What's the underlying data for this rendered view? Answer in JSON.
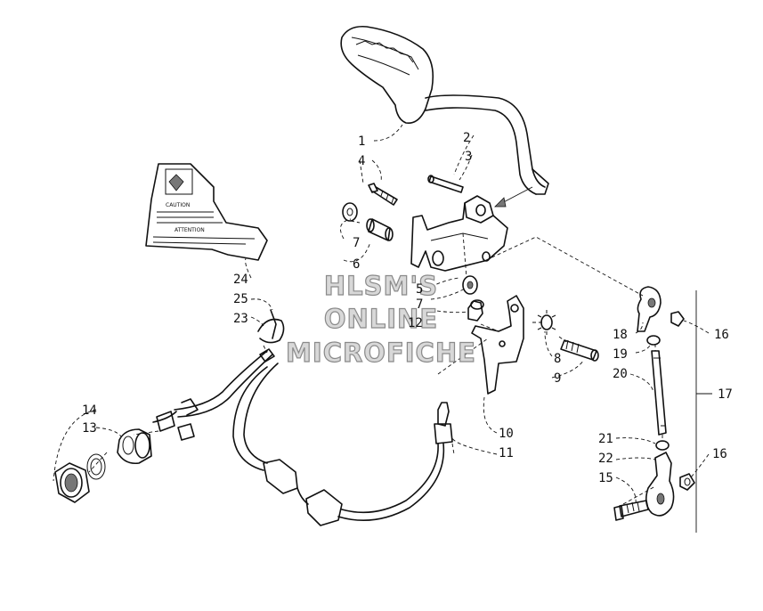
{
  "callouts": {
    "c1": "1",
    "c2": "2",
    "c3": "3",
    "c4": "4",
    "c5": "5",
    "c6": "6",
    "c7a": "7",
    "c7b": "7",
    "c8": "8",
    "c9": "9",
    "c10": "10",
    "c11": "11",
    "c12": "12",
    "c13": "13",
    "c14": "14",
    "c15": "15",
    "c16a": "16",
    "c16b": "16",
    "c17": "17",
    "c18": "18",
    "c19": "19",
    "c20": "20",
    "c21": "21",
    "c22": "22",
    "c23": "23",
    "c24": "24",
    "c25": "25"
  },
  "watermark": {
    "line1": "HLSM'S",
    "line2": "ONLINE",
    "line3": "MICROFICHE"
  },
  "decal": {
    "caution": "CAUTION",
    "attention": "ATTENTION"
  }
}
